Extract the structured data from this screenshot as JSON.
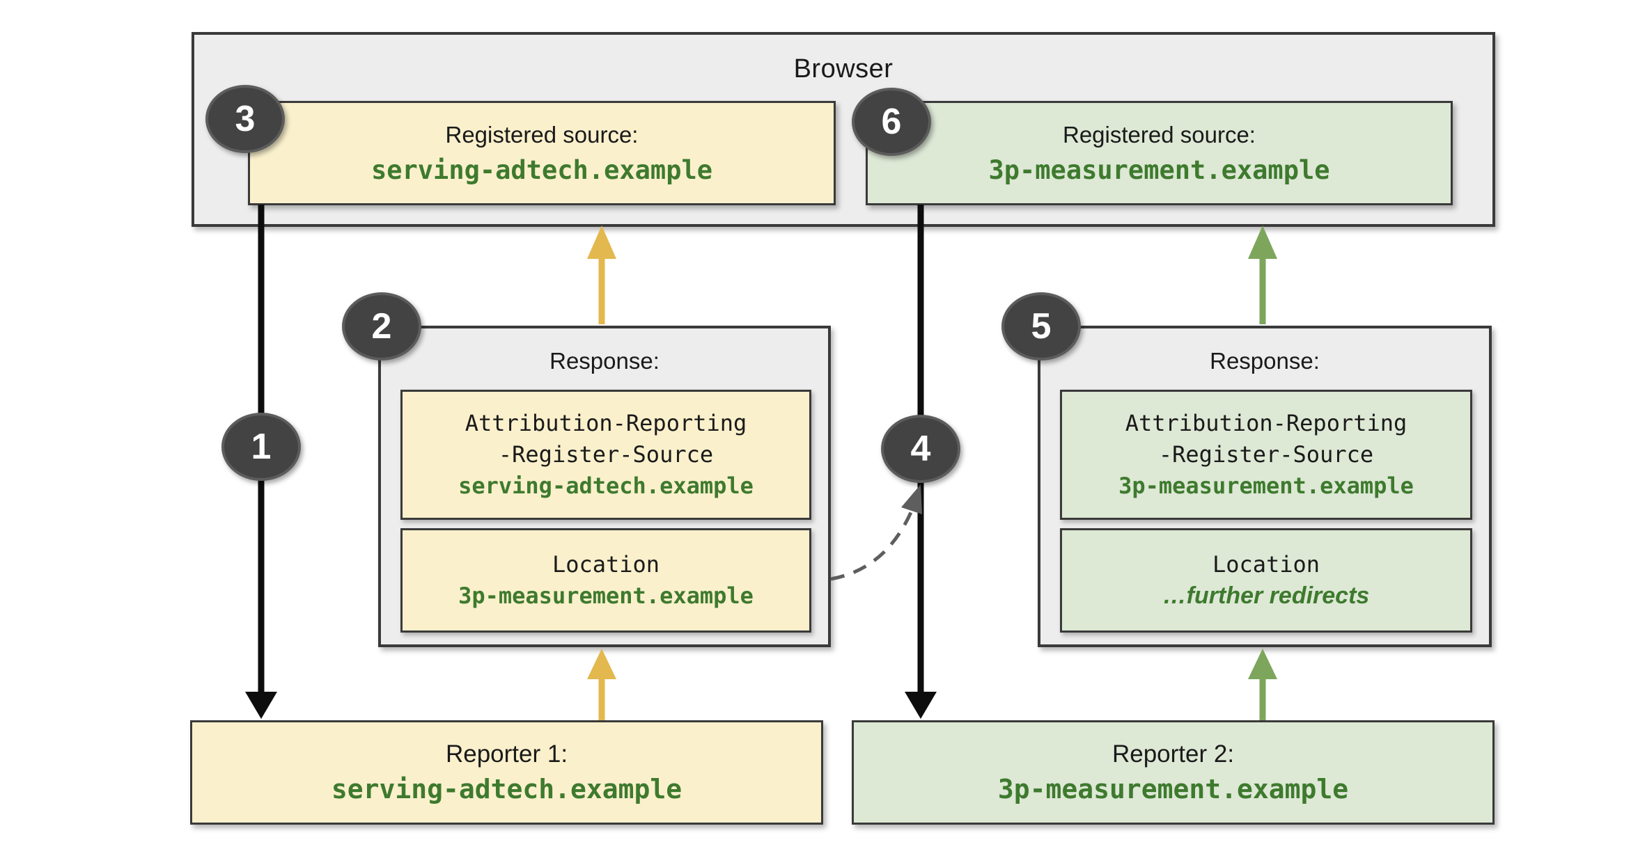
{
  "browser": {
    "title": "Browser",
    "registered_sources": [
      {
        "label": "Registered source:",
        "domain": "serving-adtech.example",
        "theme": "yellow"
      },
      {
        "label": "Registered source:",
        "domain": "3p-measurement.example",
        "theme": "green"
      }
    ]
  },
  "responses": [
    {
      "title": "Response:",
      "theme": "yellow",
      "header": {
        "line1": "Attribution-Reporting",
        "line2": "-Register-Source",
        "value": "serving-adtech.example"
      },
      "location": {
        "label": "Location",
        "value": "3p-measurement.example"
      }
    },
    {
      "title": "Response:",
      "theme": "green",
      "header": {
        "line1": "Attribution-Reporting",
        "line2": "-Register-Source",
        "value": "3p-measurement.example"
      },
      "location": {
        "label": "Location",
        "value": "…further redirects"
      }
    }
  ],
  "reporters": [
    {
      "label": "Reporter 1:",
      "domain": "serving-adtech.example",
      "theme": "yellow"
    },
    {
      "label": "Reporter 2:",
      "domain": "3p-measurement.example",
      "theme": "green"
    }
  ],
  "badges": [
    {
      "number": "1",
      "meaning": "request-to-reporter-1"
    },
    {
      "number": "2",
      "meaning": "response-from-reporter-1"
    },
    {
      "number": "3",
      "meaning": "registered-source-1"
    },
    {
      "number": "4",
      "meaning": "request-to-reporter-2"
    },
    {
      "number": "5",
      "meaning": "response-from-reporter-2"
    },
    {
      "number": "6",
      "meaning": "registered-source-2"
    }
  ],
  "colors": {
    "panel_fill": "#EDEDED",
    "yellow_fill": "#FAF0CC",
    "green_fill": "#DDE8D5",
    "border": "#3A3A3A",
    "badge_fill": "#434343",
    "badge_border": "#5C5C5C",
    "black_arrow": "#0D0D0D",
    "yellow_arrow": "#E3B84E",
    "green_arrow": "#7DA65C",
    "dashed_arrow": "#5E5E5E",
    "domain_green": "#3E7A2E",
    "text": "#1A1A1A"
  }
}
